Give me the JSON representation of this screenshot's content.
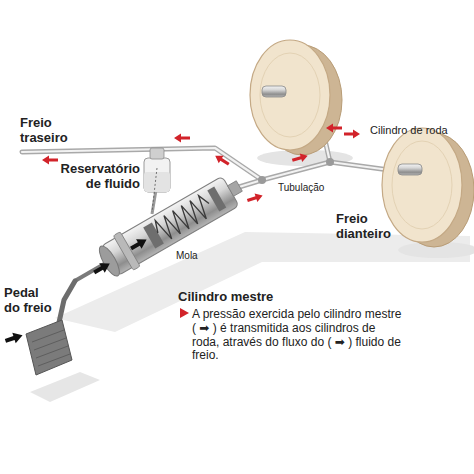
{
  "diagram": {
    "labels": [
      "Freio traseiro",
      "Reservatório de fluido",
      "Cilindro de roda",
      "Tubulação",
      "Freio dianteiro",
      "Mola",
      "Pedal do freio",
      "Cilindro mestre",
      "A pressão exercida pelo cilindro mestre ( ➡ ) é transmitida aos cilindros de roda, através do fluxo do ( ➡ ) fluido de freio."
    ]
  }
}
